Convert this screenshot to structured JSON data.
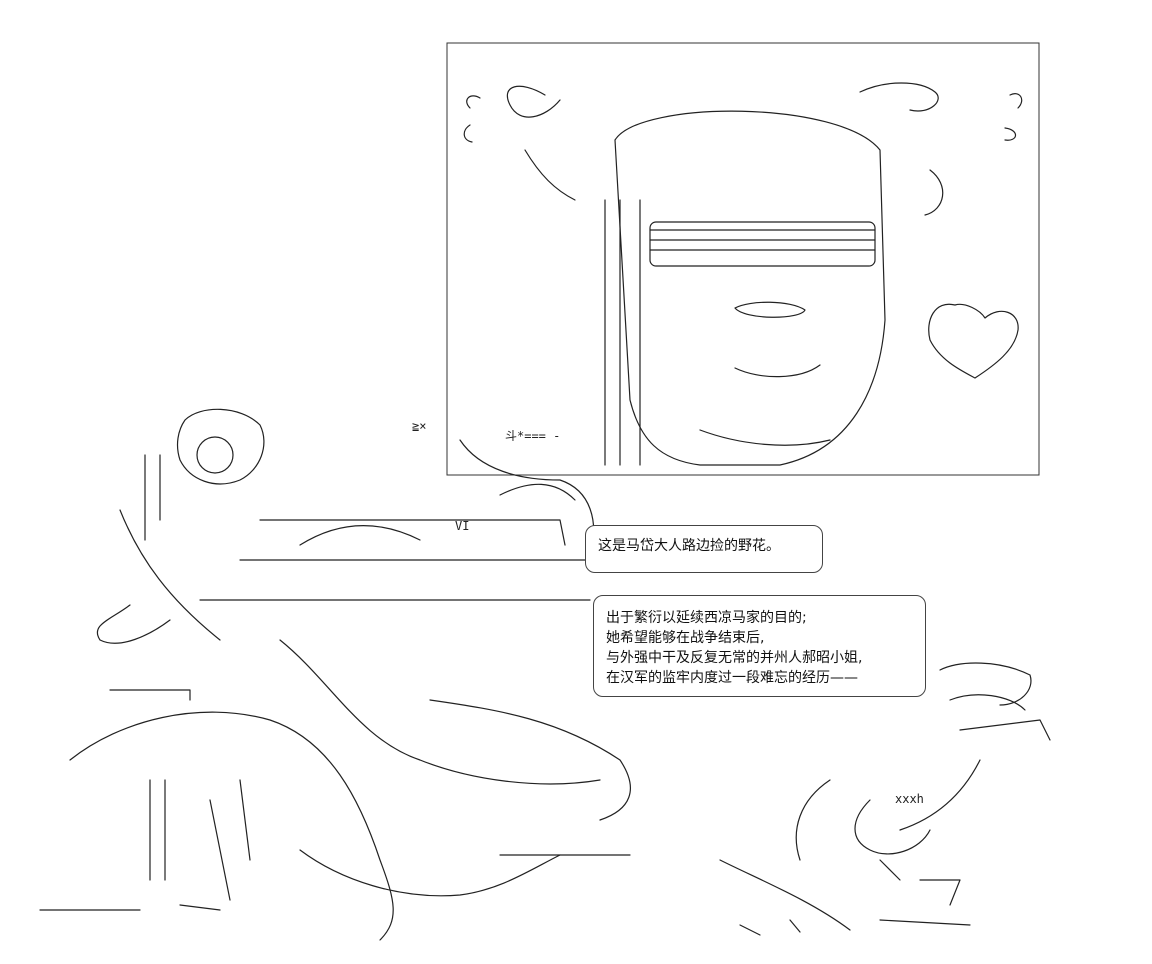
{
  "dialogue": {
    "bubble_1": {
      "lines": [
        "这是马岱大人路边捡的野花。"
      ]
    },
    "bubble_2": {
      "lines": [
        "出于繁衍以延续西凉马家的目的;",
        "她希望能够在战争结束后,",
        "与外强中干及反复无常的并州人郝昭小姐,",
        "在汉军的监牢内度过一段难忘的经历——"
      ]
    }
  },
  "art_text": {
    "ascii_sample_1": "≧×",
    "ascii_sample_2": "斗*=== -",
    "ascii_sample_3": "VI",
    "ascii_sample_4": "xxxh"
  }
}
